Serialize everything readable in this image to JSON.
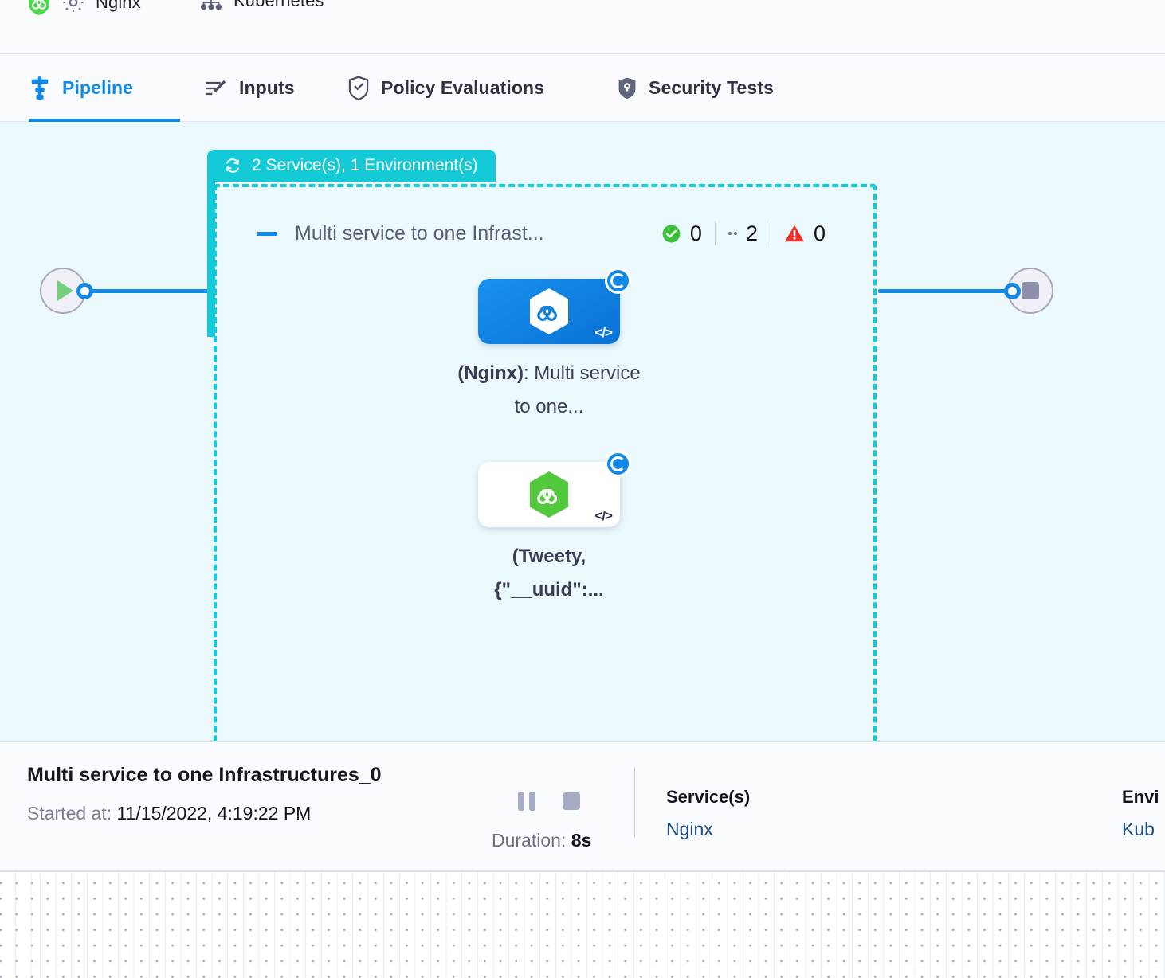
{
  "breadcrumb": {
    "items": [
      {
        "icon": "shield-infinity-logo",
        "label": ""
      },
      {
        "icon": "gear-icon",
        "label": "Nginx"
      },
      {
        "icon": "infrastructure-icon",
        "label": "Kubernetes"
      }
    ],
    "service_label": "Nginx",
    "environment_label": "Kubernetes"
  },
  "tabs": [
    {
      "id": "pipeline",
      "label": "Pipeline",
      "icon": "pipeline-icon",
      "active": true
    },
    {
      "id": "inputs",
      "label": "Inputs",
      "icon": "inputs-pencil-icon",
      "active": false
    },
    {
      "id": "policy-evaluations",
      "label": "Policy Evaluations",
      "icon": "shield-check-icon",
      "active": false
    },
    {
      "id": "security-tests",
      "label": "Security Tests",
      "icon": "shield-lock-icon",
      "active": false
    }
  ],
  "graph": {
    "start_node": {
      "name": "start-node",
      "icon": "play-icon"
    },
    "end_node": {
      "name": "end-node",
      "icon": "stop-icon"
    },
    "group": {
      "badge_icon": "matrix-loop-icon",
      "badge_label": "2 Service(s), 1 Environment(s)",
      "title": "Multi service to one Infrast...",
      "collapse_icon": "collapse-dash-icon",
      "counts": {
        "success_icon": "check-circle-icon",
        "success": "0",
        "running_icon": "ellipsis-icon",
        "running": "2",
        "failed_icon": "warning-triangle-icon",
        "failed": "0"
      }
    },
    "nodes": [
      {
        "name": "service-node-nginx",
        "icon": "hexagon-infinity-icon",
        "icon_color": "#ffffff",
        "card_style": "blue",
        "code_glyph": "</>",
        "status_icon": "spinner-ring-icon",
        "label_bold": "(Nginx)",
        "label_rest": ": Multi service to one...",
        "label_all_bold": false
      },
      {
        "name": "service-node-tweety",
        "icon": "hexagon-infinity-icon",
        "icon_color": "#52c83c",
        "card_style": "white",
        "code_glyph": "</>",
        "status_icon": "spinner-solid-icon",
        "label_bold": "(Tweety, {\"__uuid\":...",
        "label_rest": "",
        "label_all_bold": true
      }
    ]
  },
  "details": {
    "title": "Multi service to one Infrastructures_0",
    "started_label": "Started at:",
    "started_value": "11/15/2022, 4:19:22 PM",
    "pause_button": "pause-button",
    "stop_button": "stop-button",
    "duration_label": "Duration:",
    "duration_value": "8s",
    "services_header": "Service(s)",
    "services_value": "Nginx",
    "environments_header": "Envi",
    "environments_value": "Kub"
  },
  "colors": {
    "accent_blue": "#1189e6",
    "accent_cyan": "#13cad6",
    "canvas_bg": "#ecf9fc",
    "success_green": "#3cc13b",
    "error_red": "#f0312b",
    "node_green": "#52c83c"
  }
}
